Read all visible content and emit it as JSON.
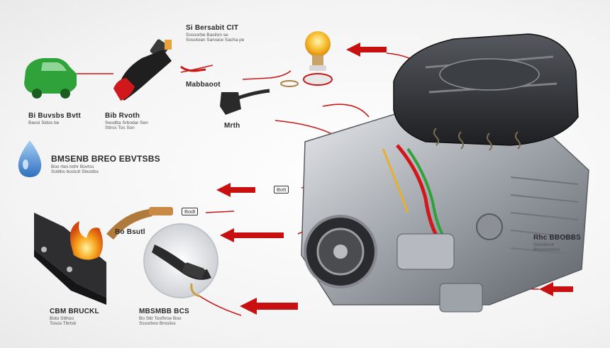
{
  "labels": {
    "top_center_title": "Si Bersabit CIT",
    "top_center_sub_1": "Sossorbe Basiton se",
    "top_center_sub_2": "Sosotoan Sarvace Sacha pe",
    "mid_top_label": "Mabbaoot",
    "left_1_title": "Bi Buvsbs Bvtt",
    "left_1_sub": "Baosi Sidos be",
    "left_2_title": "Bib Rvoth",
    "left_2_sub_1": "Seudtta Srbodar Sen",
    "left_2_sub_2": "Sttrss Tos Son",
    "sensor_small_label": "Mrth",
    "water_title": "BMSENB BREO EBVTSBS",
    "water_sub_1": "Boo rtes tothr Bovtss",
    "water_sub_2": "Sotitbs bostutt Sbootbs",
    "wire_tag_1": "Bott",
    "wire_tag_2": "Bodt",
    "flame_label": "Bo Bsutl",
    "bottom_left_title": "CBM BRUCKL",
    "bottom_left_sub_1": "Boto Stthoo",
    "bottom_left_sub_2": "Tosos Tbrtsb",
    "bottom_mid_title": "MBSMBB BCS",
    "bottom_mid_sub_1": "Bo Sttr Tosfhrse Boo",
    "bottom_mid_sub_2": "Ssssrboo Brosiiss",
    "right_title": "Rhc BBOBBS",
    "right_sub_1": "Sbsstboot",
    "right_sub_2": "Bhoosnottiso"
  },
  "colors": {
    "arrow_red": "#d01010",
    "wire_red": "#c81818",
    "engine_dark": "#2b2d31",
    "engine_metal": "#a9adb3",
    "green_icon": "#2fa33a",
    "drop_blue": "#4d8fd6"
  },
  "icons": [
    "green-car-icon",
    "spark-plug-tool-icon",
    "light-bulb-icon",
    "sensor-plug-icon",
    "water-drop-icon",
    "heating-element-icon",
    "flame-icon",
    "magnifier-lens-icon",
    "engine-illustration"
  ]
}
